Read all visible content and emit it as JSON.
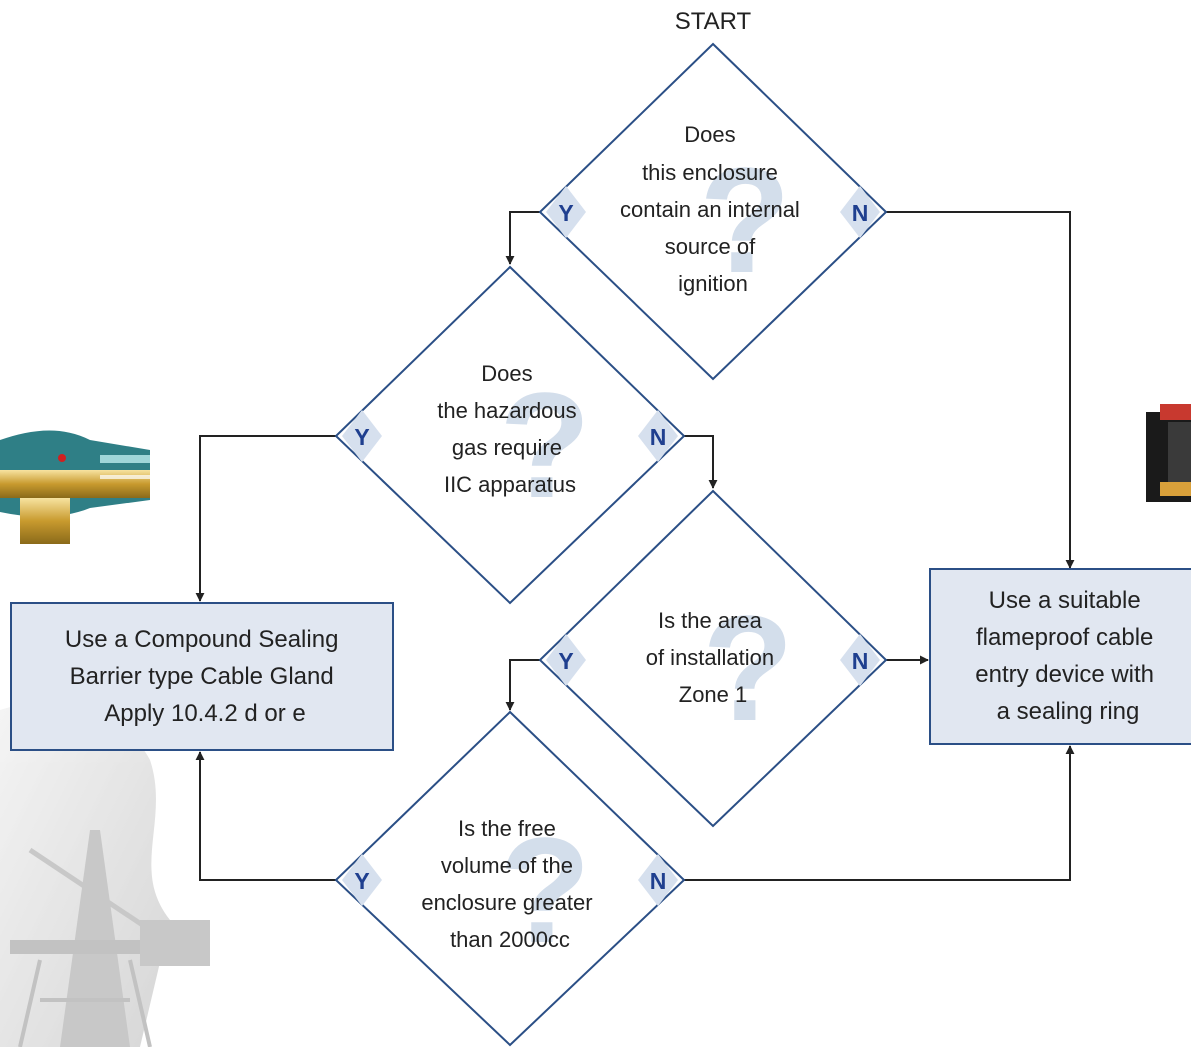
{
  "start_label": "START",
  "colors": {
    "diamond_stroke": "#2b4f86",
    "box_fill": "#e1e7f1",
    "yes_no_letter": "#1f3f8f",
    "question_mark_watermark": "#c5d3e5",
    "connector": "#222222"
  },
  "decisions": {
    "d1": {
      "lines": [
        "Does",
        "this enclosure",
        "contain an internal",
        "source of",
        "ignition"
      ],
      "yes": "Y",
      "no": "N"
    },
    "d2": {
      "lines": [
        "Does",
        "the hazardous",
        "gas require",
        "IIC apparatus"
      ],
      "yes": "Y",
      "no": "N"
    },
    "d3": {
      "lines": [
        "Is the area",
        "of installation",
        "Zone 1"
      ],
      "yes": "Y",
      "no": "N"
    },
    "d4": {
      "lines": [
        "Is the free",
        "volume of the",
        "enclosure greater",
        "than 2000cc"
      ],
      "yes": "Y",
      "no": "N"
    }
  },
  "outcomes": {
    "compound": {
      "lines": [
        "Use a Compound Sealing",
        "Barrier type Cable Gland",
        "Apply 10.4.2 d or e"
      ]
    },
    "flameproof": {
      "lines": [
        "Use a suitable",
        "flameproof cable",
        "entry device with",
        "a sealing ring"
      ]
    }
  },
  "watermark_glyph": "?",
  "background_images": [
    "cable-gland-image",
    "cable-entry-image",
    "offshore-rig-image"
  ]
}
